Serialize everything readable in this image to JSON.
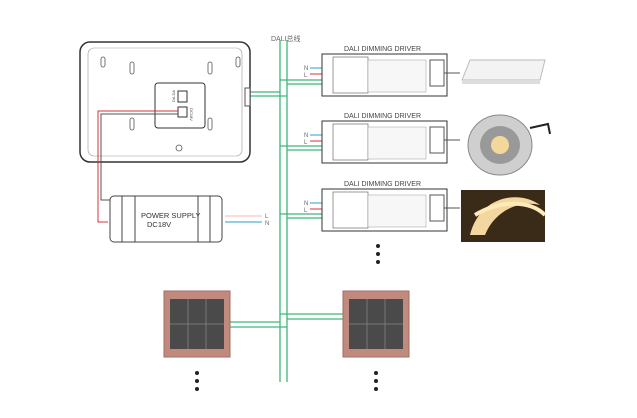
{
  "bus_label": "DALI总线",
  "drivers": [
    {
      "title": "DALI DIMMING DRIVER",
      "n": "N",
      "l": "L"
    },
    {
      "title": "DALI DIMMING DRIVER",
      "n": "N",
      "l": "L"
    },
    {
      "title": "DALI DIMMING DRIVER",
      "n": "N",
      "l": "L"
    }
  ],
  "power_supply": {
    "title": "POWER SUPPLY",
    "voltage": "DC18V",
    "l": "L",
    "n": "N"
  },
  "panel": {
    "terminal_bus": "DA DA",
    "terminal_power": "DC18V"
  },
  "lights": [
    "panel-light",
    "downlight",
    "led-strip"
  ],
  "colors": {
    "bus": "#3cb87a",
    "live": "#d9303a",
    "neutral": "#2a9fd6"
  }
}
